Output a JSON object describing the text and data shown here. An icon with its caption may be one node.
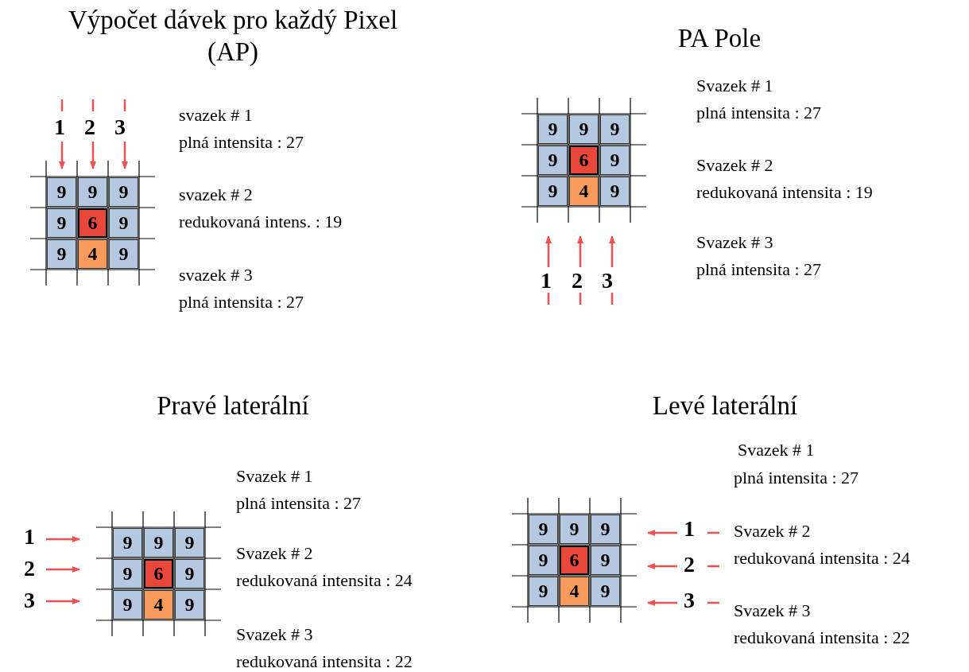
{
  "diagram": {
    "nodes": [
      {
        "text": [
          "9"
        ]
      },
      {
        "text": [
          "9"
        ]
      },
      {
        "text": [
          "9"
        ]
      },
      {
        "text": [
          "9"
        ]
      },
      {
        "text": [
          "6"
        ]
      },
      {
        "text": [
          "9"
        ]
      },
      {
        "text": [
          "9"
        ]
      },
      {
        "text": [
          "4"
        ]
      },
      {
        "text": [
          "9"
        ]
      },
      {
        "text": [
          "9"
        ]
      },
      {
        "text": [
          "9"
        ]
      },
      {
        "text": [
          "9"
        ]
      },
      {
        "text": [
          "9"
        ]
      },
      {
        "text": [
          "6"
        ]
      },
      {
        "text": [
          "9"
        ]
      },
      {
        "text": [
          "9"
        ]
      },
      {
        "text": [
          "4"
        ]
      },
      {
        "text": [
          "9"
        ]
      },
      {
        "text": [
          "9"
        ]
      },
      {
        "text": [
          "9"
        ]
      },
      {
        "text": [
          "9"
        ]
      },
      {
        "text": [
          "9"
        ]
      },
      {
        "text": [
          "6"
        ]
      },
      {
        "text": [
          "9"
        ]
      },
      {
        "text": [
          "9"
        ]
      },
      {
        "text": [
          "4"
        ]
      },
      {
        "text": [
          "9"
        ]
      },
      {
        "text": [
          "9"
        ]
      },
      {
        "text": [
          "9"
        ]
      },
      {
        "text": [
          "9"
        ]
      },
      {
        "text": [
          "9"
        ]
      },
      {
        "text": [
          "6"
        ]
      },
      {
        "text": [
          "9"
        ]
      },
      {
        "text": [
          "9"
        ]
      },
      {
        "text": [
          "4"
        ]
      },
      {
        "text": [
          "9"
        ]
      }
    ],
    "labels": [
      "Výpočet dávek pro každý Pixel (AP)",
      "1",
      "2",
      "3",
      "svazek # 1",
      "plná intensita : 27",
      "svazek # 2",
      "redukovaná intens. : 19",
      "svazek # 3",
      "plná intensita : 27",
      "PA Pole",
      "Svazek # 1",
      "plná intensita : 27",
      "Svazek # 2",
      "redukovaná intensita : 19",
      "Svazek # 3",
      "plná intensita : 27",
      "1",
      "2",
      "3",
      "Pravé laterální",
      "Svazek # 1",
      "plná intensita : 27",
      "Svazek # 2",
      "redukovaná intensita : 24",
      "Svazek # 3",
      "redukovaná intensita : 22",
      "1",
      "2",
      "3",
      "Levé laterální",
      "Svazek # 1",
      "plná intensita : 27",
      "Svazek # 2",
      "redukovaná intensita : 24",
      "Svazek # 3",
      "redukovaná intensita : 22",
      "1",
      "2",
      "3"
    ]
  }
}
